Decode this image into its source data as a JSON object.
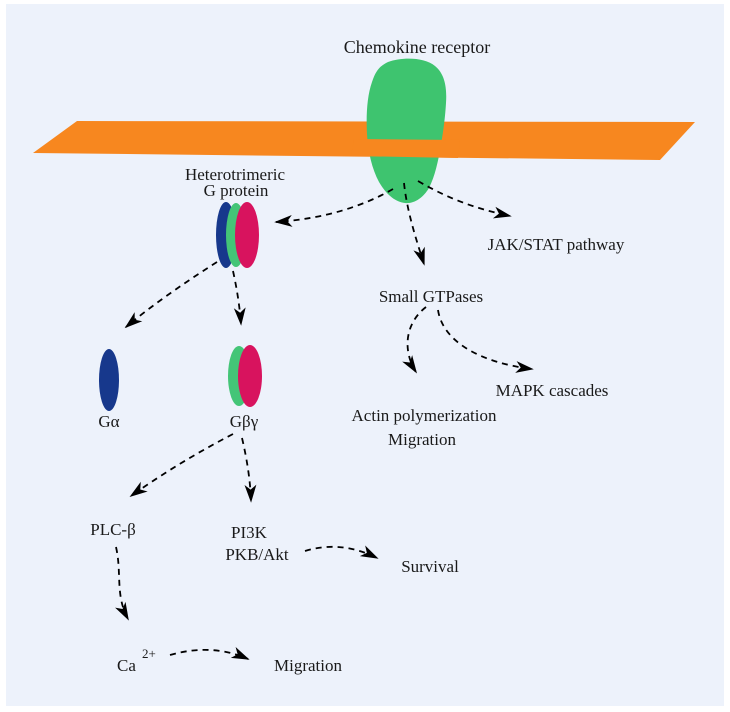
{
  "diagram": {
    "title": "Chemokine receptor",
    "g_protein_label": {
      "line1": "Heterotrimeric",
      "line2": "G protein"
    },
    "subunits": {
      "g_alpha": "Gα",
      "g_beta_gamma": "Gβγ"
    },
    "pathways": {
      "jak_stat": "JAK/STAT pathway",
      "small_gtpases": "Small GTPases",
      "mapk_cascades": "MAPK cascades",
      "actin_polymerization": "Actin polymerization",
      "actin_migration_outcome": "Migration",
      "plc_beta": "PLC-β",
      "pi3k": "PI3K",
      "pkb_akt": "PKB/Akt",
      "survival": "Survival",
      "calcium_base": "Ca",
      "calcium_superscript": "2+",
      "calcium_migration_outcome": "Migration"
    }
  },
  "colors": {
    "background": "#edf2fb",
    "membrane_orange": "#f7871f",
    "receptor_green": "#3ec46f",
    "g_alpha_blue": "#17388c",
    "g_beta_green": "#44c577",
    "g_gamma_crimson": "#d8135e",
    "arrow_black": "#000000"
  }
}
